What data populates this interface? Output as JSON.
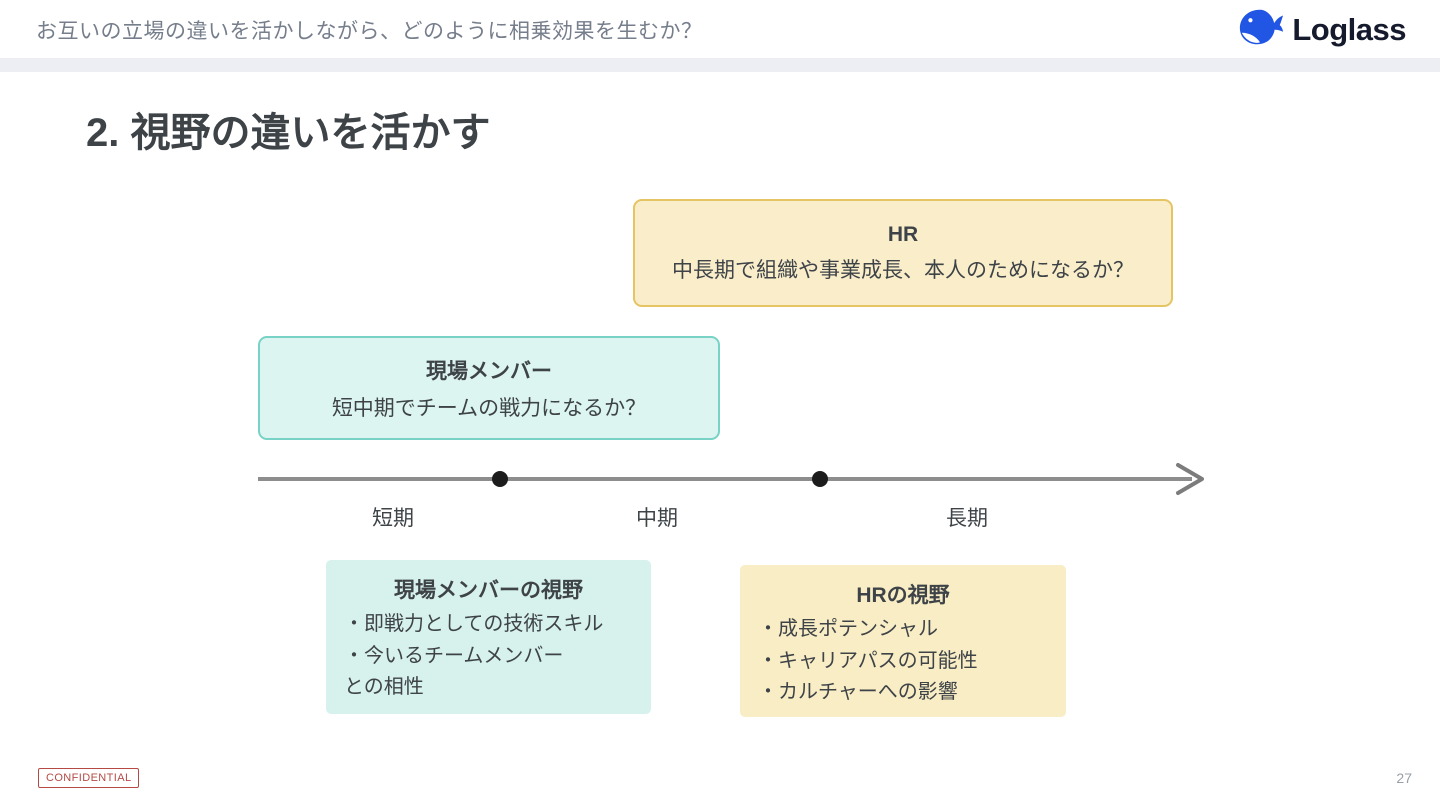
{
  "header": {
    "subtitle": "お互いの立場の違いを活かしながら、どのように相乗効果を生むか？",
    "logo": {
      "icon": "whale-icon",
      "text": "Loglass"
    }
  },
  "slide": {
    "title": "2. 視野の違いを活かす",
    "page_number": "27",
    "confidential_label": "CONFIDENTIAL"
  },
  "diagram": {
    "hr_box": {
      "title": "HR",
      "body": "中長期で組織や事業成長、本人のためになるか？"
    },
    "member_box": {
      "title": "現場メンバー",
      "body": "短中期でチームの戦力になるか？"
    },
    "timeline": {
      "labels": [
        "短期",
        "中期",
        "長期"
      ]
    },
    "member_view_box": {
      "title": "現場メンバーの視野",
      "items": [
        "・即戦力としての技術スキル",
        "・今いるチームメンバー",
        "との相性"
      ]
    },
    "hr_view_box": {
      "title": "HRの視野",
      "items": [
        "・成長ポテンシャル",
        "・キャリアパスの可能性",
        "・カルチャーへの影響"
      ]
    }
  },
  "colors": {
    "teal_fill": "#dcf5f0",
    "teal_border": "#79d2c6",
    "yellow_fill": "#faeeca",
    "yellow_border": "#e5c464",
    "logo_blue": "#2155e3",
    "confidential_red": "#b54a45",
    "text_dark": "#3e4348",
    "subtitle_gray": "#767e8c"
  }
}
